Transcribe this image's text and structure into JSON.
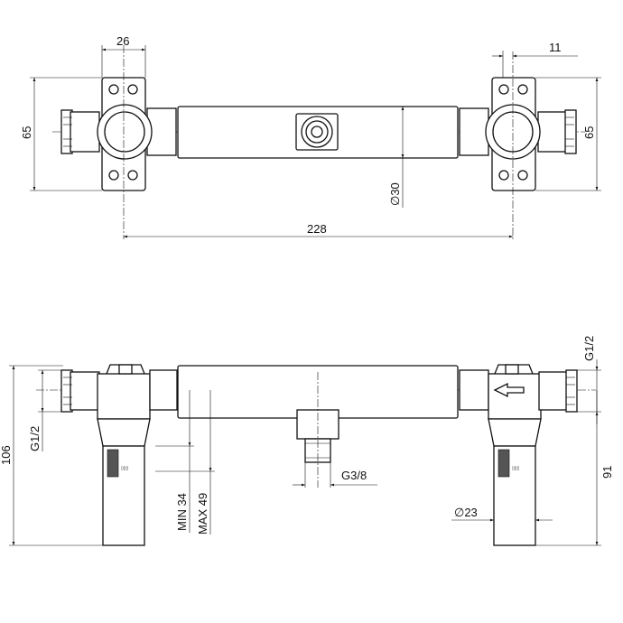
{
  "top_view": {
    "dim_26": "26",
    "dim_11": "11",
    "dim_65_left": "65",
    "dim_65_right": "65",
    "dim_diam_30": "∅30",
    "dim_228": "228"
  },
  "side_view": {
    "dim_g12_right": "G1/2",
    "dim_g12_left": "G1/2",
    "dim_106": "106",
    "dim_91": "91",
    "dim_min34": "MIN 34",
    "dim_max49": "MAX 49",
    "dim_g38": "G3/8",
    "dim_diam_23": "∅23"
  }
}
